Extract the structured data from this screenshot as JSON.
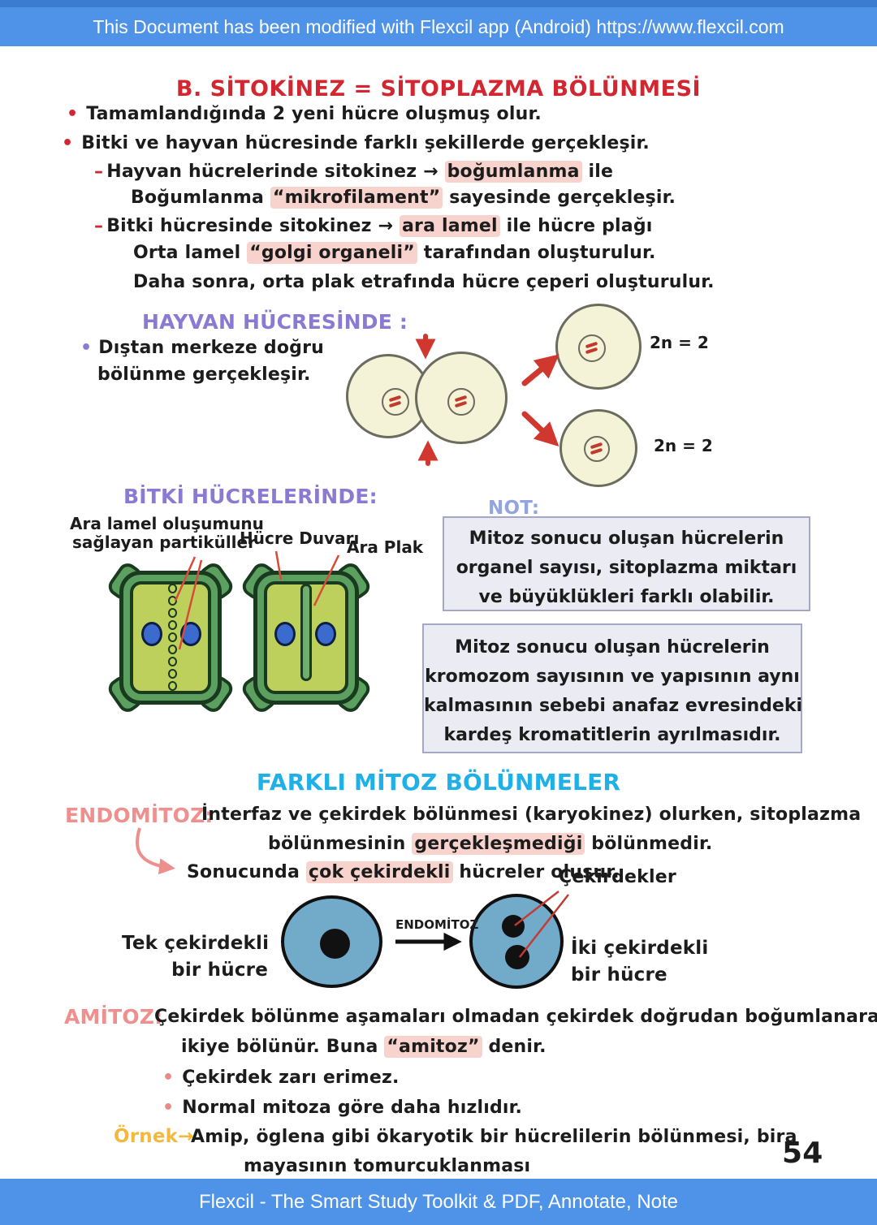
{
  "header": {
    "text": "This Document has been modified with Flexcil app (Android) https://www.flexcil.com"
  },
  "footer": {
    "text": "Flexcil - The Smart Study Toolkit & PDF, Annotate, Note"
  },
  "page_number": "54",
  "title": "B. SİTOKİNEZ = SİTOPLAZMA BÖLÜNMESİ",
  "intro": {
    "bullet": "•",
    "dash": "–",
    "b1": "Tamamlandığında 2 yeni hücre oluşmuş olur.",
    "b2": "Bitki ve hayvan hücresinde farklı şekillerde gerçekleşir.",
    "s1_pre": "Hayvan hücrelerinde sitokinez → ",
    "s1_hl": "boğumlanma",
    "s1_post": " ile",
    "s1b_pre": "Boğumlanma ",
    "s1b_hl": "“mikrofilament”",
    "s1b_post": " sayesinde gerçekleşir.",
    "s2_pre": "Bitki hücresinde sitokinez → ",
    "s2_hl": "ara lamel",
    "s2_post": " ile  hücre plağı",
    "s2b_pre": "Orta lamel ",
    "s2b_hl": "“golgi organeli”",
    "s2b_post": " tarafından oluşturulur.",
    "s2c": "Daha sonra, orta plak etrafında hücre çeperi oluşturulur."
  },
  "hayvan": {
    "heading": "HAYVAN HÜCRESİNDE :",
    "line1": "Dıştan merkeze doğru",
    "line2": "bölünme gerçekleşir.",
    "ploidy1": "2n = 2",
    "ploidy2": "2n = 2"
  },
  "bitki": {
    "heading": "BİTKİ HÜCRELERİNDE:",
    "particles1": "Ara lamel oluşumunu",
    "particles2": "sağlayan partiküller",
    "wall": "Hücre Duvarı",
    "plate": "Ara Plak"
  },
  "notes": {
    "label": "NOT:",
    "box1": [
      "Mitoz sonucu oluşan hücrelerin",
      "organel sayısı, sitoplazma miktarı",
      "ve büyüklükleri farklı olabilir."
    ],
    "box2": [
      "Mitoz sonucu oluşan hücrelerin",
      "kromozom sayısının ve yapısının aynı",
      "kalmasının sebebi anafaz evresindeki",
      "kardeş kromatitlerin ayrılmasıdır."
    ]
  },
  "farkli": {
    "heading": "FARKLI MİTOZ BÖLÜNMELER"
  },
  "endomitoz": {
    "label": "ENDOMİTOZ:",
    "line1": "İnterfaz ve çekirdek bölünmesi (karyokinez) olurken, sitoplazma",
    "line2_pre": "bölünmesinin ",
    "line2_hl": "gerçekleşmediği",
    "line2_post": " bölünmedir.",
    "sonuc_pre": "Sonucunda ",
    "sonuc_hl": "çok çekirdekli",
    "sonuc_post": " hücreler oluşur.",
    "cekirdekler": "Çekirdekler",
    "arrow_label": "ENDOMİTOZ",
    "tek1": "Tek çekirdekli",
    "tek2": "bir hücre",
    "iki1": "İki çekirdekli",
    "iki2": "bir hücre"
  },
  "amitoz": {
    "label": "AMİTOZ:",
    "line1": "Çekirdek bölünme aşamaları olmadan çekirdek doğrudan boğumlanarak",
    "line2_pre": "ikiye bölünür. Buna ",
    "line2_hl": "“amitoz”",
    "line2_post": " denir.",
    "b1": "Çekirdek zarı erimez.",
    "b2": "Normal mitoza göre daha hızlıdır.",
    "ornek_label": "Örnek→",
    "ornek1": "Amip, öglena gibi ökaryotik bir hücrelilerin bölünmesi, bira",
    "ornek2": "mayasının tomurcuklanması"
  },
  "colors": {
    "header_bg": "#4e93e7",
    "title_red": "#d22730",
    "purple_heading": "#8b7ad2",
    "note_blue": "#93a5e0",
    "cyan_heading": "#1fb0e8",
    "pink_heading": "#f0908e",
    "orange_label": "#f2b93c",
    "highlight_pink": "#f8d3cd",
    "annotation_red": "#d6352f",
    "plant_wall_green": "#5ca05f",
    "plant_cytoplasm": "#bdd05c",
    "plant_nucleus_blue": "#3c6bce",
    "animal_cell_fill": "#f4f3d7",
    "endo_cell_blue": "#72aac9"
  }
}
